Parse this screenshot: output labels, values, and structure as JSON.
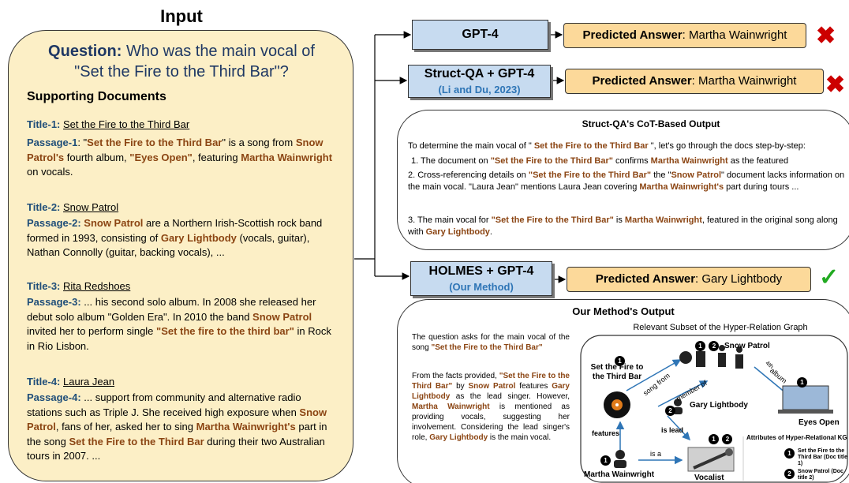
{
  "input": {
    "title": "Input",
    "question_label": "Question:",
    "question_text": "Who was the main vocal of \"Set the Fire to the Third Bar\"?",
    "supporting_heading": "Supporting Documents",
    "docs": [
      {
        "title_label": "Title-1:",
        "title": "Set the Fire to the Third Bar",
        "passage_label": "Passage-1",
        "passage_lines": [
          [
            "t",
            ": \""
          ],
          [
            "h",
            "Set the Fire to the Third Bar"
          ],
          [
            "t",
            "\" is a song from "
          ],
          [
            "h",
            "Snow Patrol's"
          ],
          [
            "t",
            " fourth album, "
          ],
          [
            "h",
            "\"Eyes Open\""
          ],
          [
            "t",
            ", featuring "
          ],
          [
            "h",
            "Martha Wainwright"
          ],
          [
            "t",
            " on vocals."
          ]
        ]
      },
      {
        "title_label": "Title-2:",
        "title": "Snow Patrol",
        "passage_label": "Passage-2:",
        "passage_lines": [
          [
            "t",
            " "
          ],
          [
            "h",
            "Snow Patrol"
          ],
          [
            "t",
            " are a Northern Irish-Scottish rock band formed in 1993, consisting of "
          ],
          [
            "h",
            "Gary Lightbody"
          ],
          [
            "t",
            " (vocals, guitar), Nathan Connolly (guitar, backing vocals), ..."
          ]
        ]
      },
      {
        "title_label": "Title-3:",
        "title": "Rita Redshoes",
        "passage_label": "Passage-3:",
        "passage_lines": [
          [
            "t",
            " ... his second solo album. In 2008 she released her debut solo album \"Golden Era\". In 2010 the band "
          ],
          [
            "h",
            "Snow Patrol"
          ],
          [
            "t",
            " invited her to perform single "
          ],
          [
            "h",
            "\"Set the fire to the third bar\""
          ],
          [
            "t",
            " in Rock in Rio Lisbon."
          ]
        ]
      },
      {
        "title_label": "Title-4:",
        "title": "Laura Jean",
        "passage_label": "Passage-4:",
        "passage_lines": [
          [
            "t",
            " ... support from community and alternative radio stations such as Triple J. She received high exposure when "
          ],
          [
            "h",
            "Snow Patrol"
          ],
          [
            "t",
            ", fans of her, asked her to sing "
          ],
          [
            "h",
            "Martha Wainwright's"
          ],
          [
            "t",
            " part in the song "
          ],
          [
            "h",
            "Set the Fire to the Third Bar"
          ],
          [
            "t",
            " during their two Australian tours in 2007. ..."
          ]
        ]
      }
    ]
  },
  "methods": {
    "gpt4": {
      "label": "GPT-4",
      "answer_label": "Predicted Answer",
      "answer": ": Martha Wainwright"
    },
    "structqa": {
      "label": "Struct-QA + GPT-4",
      "cite_open": "(",
      "cite": "Li and Du, 2023",
      "cite_close": ")",
      "answer_label": "Predicted Answer",
      "answer": ": Martha Wainwright"
    },
    "holmes": {
      "label": "HOLMES + GPT-4",
      "cite_open": "(",
      "cite": "Our Method",
      "cite_close": ")",
      "answer_label": "Predicted Answer",
      "answer": ": Gary Lightbody"
    },
    "wrong_mark": "✖",
    "right_mark": "✓",
    "wrong_color": "#cc0000",
    "right_color": "#22aa22"
  },
  "cot": {
    "title": "Struct-QA's CoT-Based Output",
    "lines": [
      [
        [
          "t",
          "To determine the main vocal of \" "
        ],
        [
          "h",
          "Set the Fire to the Third Bar"
        ],
        [
          "t",
          " \", let's go through the docs step-by-step:"
        ]
      ],
      [
        [
          "t",
          "1. The document on "
        ],
        [
          "h",
          "\"Set the Fire to the Third Bar\""
        ],
        [
          "t",
          " confirms "
        ],
        [
          "h",
          "Martha Wainwright"
        ],
        [
          "t",
          " as the featured"
        ]
      ],
      [
        [
          "t",
          "2. Cross-referencing details on "
        ],
        [
          "h",
          "\"Set the Fire to the Third Bar\""
        ],
        [
          "t",
          " the \""
        ],
        [
          "h",
          "Snow Patrol"
        ],
        [
          "t",
          "\" document lacks information on the main vocal. \"Laura Jean\" mentions Laura Jean covering "
        ],
        [
          "h",
          "Martha Wainwright's"
        ],
        [
          "t",
          " part during tours ..."
        ]
      ],
      [
        [
          "t",
          "3. The main vocal for "
        ],
        [
          "h",
          "\"Set the Fire to the Third Bar\""
        ],
        [
          "t",
          " is "
        ],
        [
          "h",
          "Martha Wainwright"
        ],
        [
          "t",
          ", featured in the original song along with "
        ],
        [
          "h",
          "Gary Lightbody"
        ],
        [
          "t",
          "."
        ]
      ]
    ]
  },
  "ours": {
    "title": "Our Method's Output",
    "graph_title": "Relevant Subset of the Hyper-Relation Graph",
    "para1": [
      [
        "t",
        "The question asks for the main vocal of the song "
      ],
      [
        "h",
        "\"Set the Fire to the Third Bar\""
      ]
    ],
    "para2": [
      [
        "t",
        "From the facts provided, "
      ],
      [
        "h",
        "\"Set the Fire to the Third Bar\""
      ],
      [
        "t",
        " by "
      ],
      [
        "h",
        "Snow Patrol"
      ],
      [
        "t",
        " features "
      ],
      [
        "h",
        "Gary Lightbody"
      ],
      [
        "t",
        " as the lead singer. However, "
      ],
      [
        "h",
        "Martha Wainwright"
      ],
      [
        "t",
        " is mentioned as providing vocals, suggesting her involvement. Considering the lead singer's role, "
      ],
      [
        "h",
        "Gary Lightbody"
      ],
      [
        "t",
        " is the main vocal."
      ]
    ],
    "nodes": {
      "song": "Set the Fire to the Third Bar",
      "band": "Snow Patrol",
      "gary": "Gary Lightbody",
      "martha": "Martha Wainwright",
      "vocalist": "Vocalist",
      "album": "Eyes Open"
    },
    "edges": {
      "song_from": "song from",
      "member_of": "member of",
      "album": "album",
      "album_sup": "4th",
      "features": "features",
      "is_lead": "is lead",
      "is_a": "is a"
    },
    "attr": {
      "title": "Attributes of Hyper-Relational KG",
      "item1": "Set the Fire to the Third Bar (Doc title 1)",
      "item2": "Snow Patrol (Doc title 2)"
    },
    "badges": [
      "1",
      "2"
    ]
  }
}
